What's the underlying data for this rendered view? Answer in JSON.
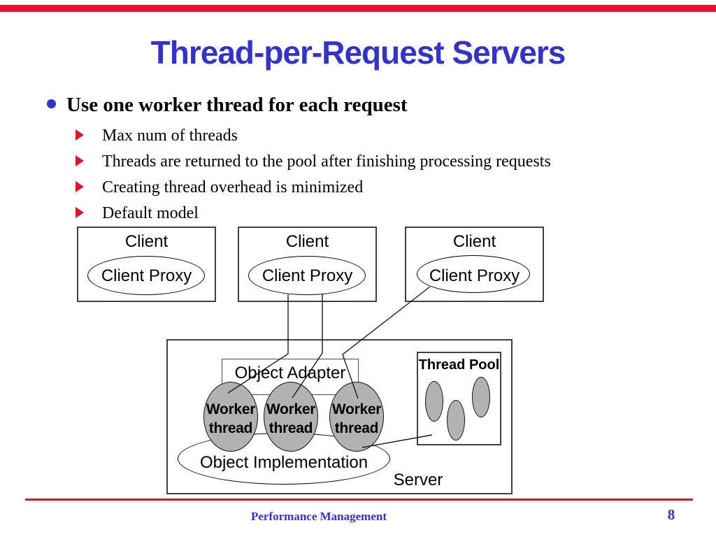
{
  "slide": {
    "title": "Thread-per-Request Servers",
    "bullet": "Use one worker thread for each request",
    "sub_bullets": [
      "Max num of threads",
      "Threads are returned to the pool after finishing processing requests",
      "Creating thread overhead is minimized",
      "Default model"
    ],
    "footer": "Performance Management",
    "page_number": "8"
  },
  "diagram": {
    "clients": [
      {
        "label": "Client",
        "proxy_label": "Client Proxy"
      },
      {
        "label": "Client",
        "proxy_label": "Client Proxy"
      },
      {
        "label": "Client",
        "proxy_label": "Client Proxy"
      }
    ],
    "server": {
      "label": "Server",
      "object_adapter_label": "Object Adapter",
      "object_implementation_label": "Object Implementation",
      "thread_pool_label": "Thread Pool",
      "workers": [
        {
          "line1": "Worker",
          "line2": "thread"
        },
        {
          "line1": "Worker",
          "line2": "thread"
        },
        {
          "line1": "Worker",
          "line2": "thread"
        }
      ]
    }
  },
  "colors": {
    "accent_blue": "#3333cc",
    "accent_red": "#e8112d",
    "ellipse_gray": "#b2b2b2"
  }
}
